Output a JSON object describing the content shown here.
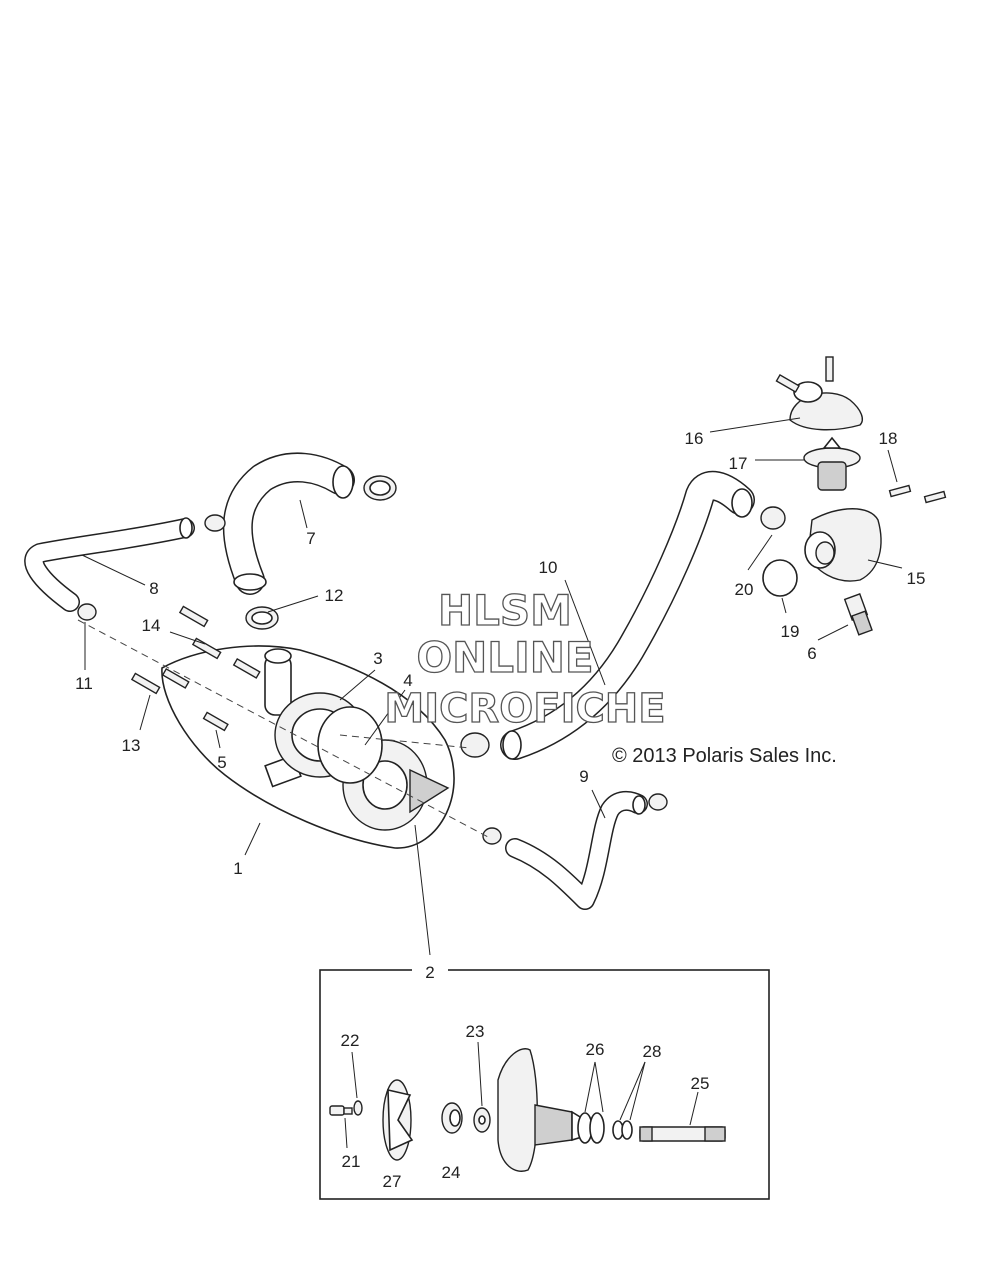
{
  "watermark": {
    "line1": "HLSM",
    "line2": "ONLINE",
    "line3": "MICROFICHE"
  },
  "copyright": "© 2013 Polaris Sales Inc.",
  "callouts": {
    "c1": "1",
    "c2": "2",
    "c3": "3",
    "c4": "4",
    "c5": "5",
    "c6": "6",
    "c7": "7",
    "c8": "8",
    "c9": "9",
    "c10": "10",
    "c11": "11",
    "c12": "12",
    "c13": "13",
    "c14": "14",
    "c15": "15",
    "c16": "16",
    "c17": "17",
    "c18": "18",
    "c19": "19",
    "c20": "20",
    "c21": "21",
    "c22": "22",
    "c23": "23",
    "c24": "24",
    "c25": "25",
    "c26": "26",
    "c27": "27",
    "c28": "28"
  },
  "icons": [
    "water-pump-icon",
    "thermostat-icon",
    "hose-icon",
    "hose-clamp-icon",
    "bolt-icon",
    "o-ring-icon",
    "impeller-icon",
    "shaft-icon",
    "sensor-icon"
  ]
}
